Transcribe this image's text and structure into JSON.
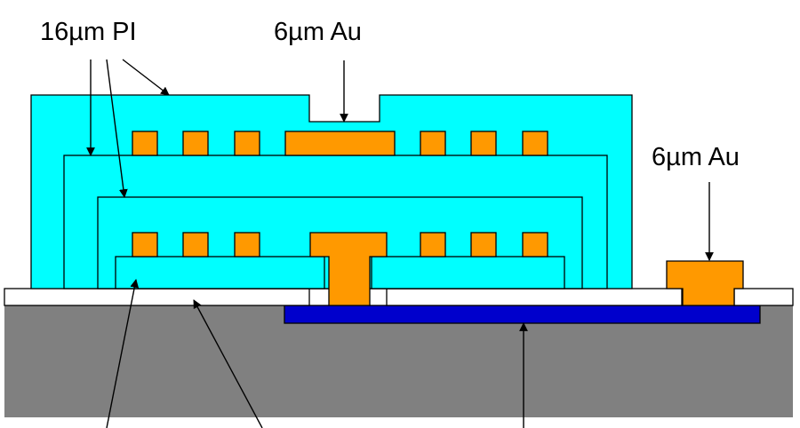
{
  "labels": {
    "pi_label": "16µm PI",
    "au_top_label": "6µm Au",
    "au_right_label": "6µm Au"
  },
  "colors": {
    "polyimide": "#00ffff",
    "gold": "#ff9900",
    "substrate": "#808080",
    "oxide": "#ffffff",
    "buried_conductor": "#0000cc",
    "outline": "#000000"
  }
}
